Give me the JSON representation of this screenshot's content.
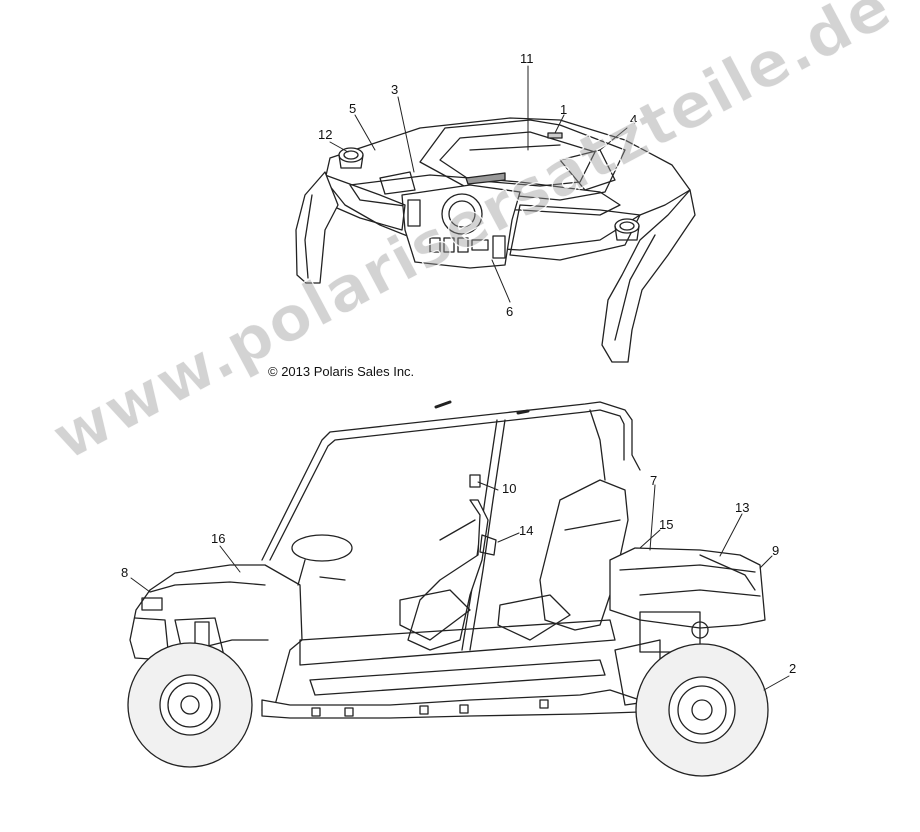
{
  "copyright": "© 2013 Polaris Sales Inc.",
  "watermark": "www.polarisersatzteile.de",
  "callouts": {
    "c1": "1",
    "c2": "2",
    "c3": "3",
    "c4": "4",
    "c5": "5",
    "c6": "6",
    "c7": "7",
    "c8": "8",
    "c9": "9",
    "c10": "10",
    "c11": "11",
    "c12": "12",
    "c13": "13",
    "c14": "14",
    "c15": "15",
    "c16": "16"
  },
  "colors": {
    "line": "#222222",
    "tire": "#f1f1f1",
    "watermark": "#969696"
  }
}
